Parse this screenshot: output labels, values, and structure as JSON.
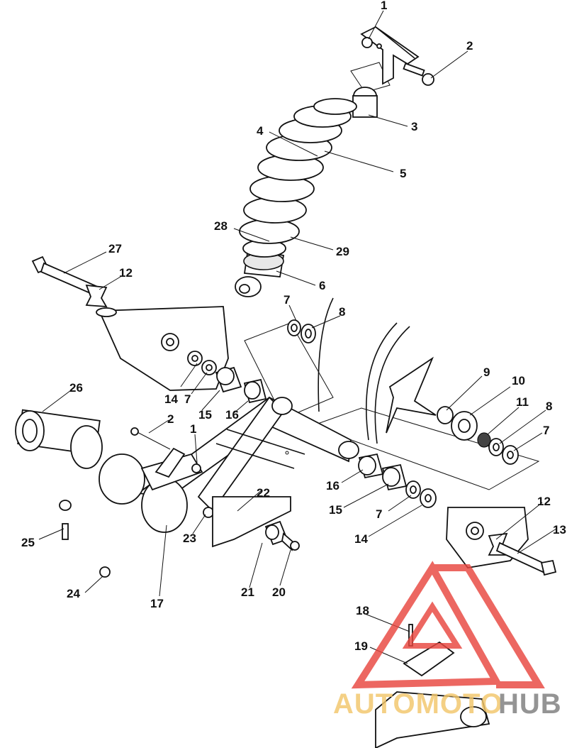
{
  "callouts": [
    {
      "num": "1"
    },
    {
      "num": "2"
    },
    {
      "num": "3"
    },
    {
      "num": "4"
    },
    {
      "num": "5"
    },
    {
      "num": "28"
    },
    {
      "num": "29"
    },
    {
      "num": "6"
    },
    {
      "num": "27"
    },
    {
      "num": "12"
    },
    {
      "num": "7"
    },
    {
      "num": "8"
    },
    {
      "num": "14"
    },
    {
      "num": "7"
    },
    {
      "num": "26"
    },
    {
      "num": "15"
    },
    {
      "num": "16"
    },
    {
      "num": "2"
    },
    {
      "num": "1"
    },
    {
      "num": "9"
    },
    {
      "num": "10"
    },
    {
      "num": "11"
    },
    {
      "num": "8"
    },
    {
      "num": "7"
    },
    {
      "num": "16"
    },
    {
      "num": "15"
    },
    {
      "num": "7"
    },
    {
      "num": "14"
    },
    {
      "num": "22"
    },
    {
      "num": "12"
    },
    {
      "num": "13"
    },
    {
      "num": "25"
    },
    {
      "num": "23"
    },
    {
      "num": "24"
    },
    {
      "num": "17"
    },
    {
      "num": "21"
    },
    {
      "num": "20"
    },
    {
      "num": "18"
    },
    {
      "num": "19"
    }
  ],
  "watermark": {
    "text_a": "AUTOMOTO",
    "text_b": "HUB",
    "color_a": "#f2c66b",
    "color_b": "#7d7d7d",
    "logo_color": "#e8463f"
  }
}
